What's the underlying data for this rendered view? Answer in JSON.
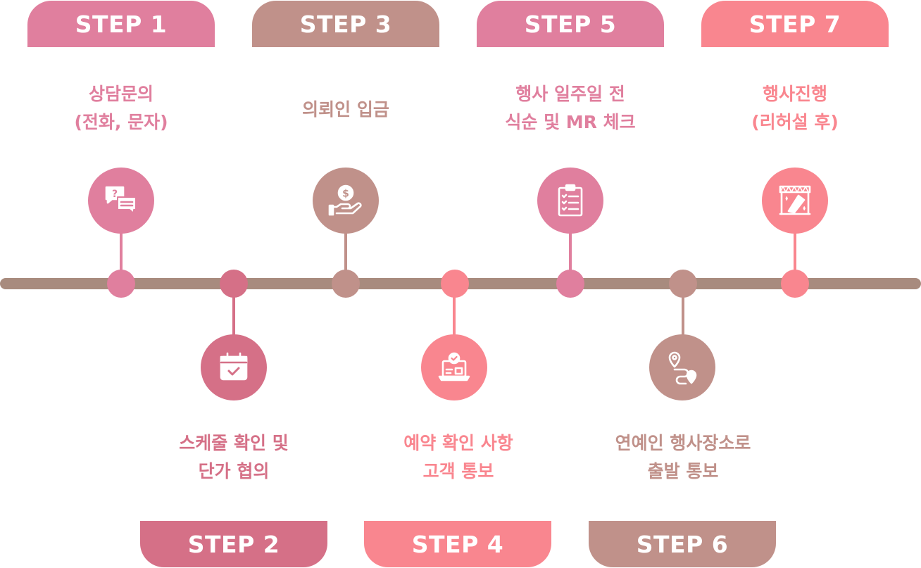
{
  "colors": {
    "pink": "#e07f9e",
    "rose": "#d57087",
    "taupe": "#c0918a",
    "coral": "#f9868f",
    "line": "#a88b7e"
  },
  "steps": [
    {
      "label": "STEP 1",
      "line1": "상담문의",
      "line2": "(전화, 문자)",
      "icon": "chat-question-icon"
    },
    {
      "label": "STEP 2",
      "line1": "스케줄 확인 및",
      "line2": "단가 협의",
      "icon": "calendar-check-icon"
    },
    {
      "label": "STEP 3",
      "line1": "의뢰인 입금",
      "line2": "",
      "icon": "hand-coin-icon"
    },
    {
      "label": "STEP 4",
      "line1": "예약 확인 사항",
      "line2": "고객 통보",
      "icon": "laptop-check-icon"
    },
    {
      "label": "STEP 5",
      "line1": "행사 일주일 전",
      "line2": "식순 및 MR 체크",
      "icon": "clipboard-checklist-icon"
    },
    {
      "label": "STEP 6",
      "line1": "연예인 행사장소로",
      "line2": "출발 통보",
      "icon": "route-pin-icon"
    },
    {
      "label": "STEP 7",
      "line1": "행사진행",
      "line2": "(리허설 후)",
      "icon": "stage-truss-icon"
    }
  ]
}
